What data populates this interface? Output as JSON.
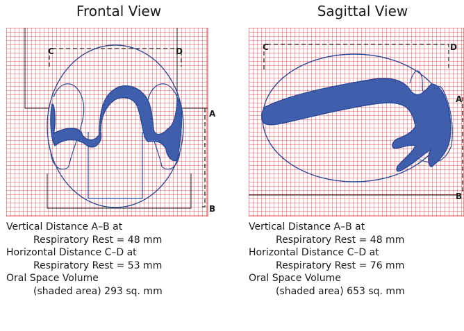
{
  "panels": [
    {
      "title": "Frontal View",
      "point_labels": {
        "a": "A",
        "b": "B",
        "c": "C",
        "d": "D"
      },
      "captions": {
        "vertical_title": "Vertical Distance A–B at",
        "vertical_value": "Respiratory Rest = 48 mm",
        "horizontal_title": "Horizontal Distance C–D at",
        "horizontal_value": "Respiratory Rest = 53 mm",
        "volume_title": "Oral Space Volume",
        "volume_value": "(shaded area) 293 sq. mm"
      }
    },
    {
      "title": "Sagittal View",
      "point_labels": {
        "a": "A",
        "b": "B",
        "c": "C",
        "d": "D"
      },
      "captions": {
        "vertical_title": "Vertical Distance A–B at",
        "vertical_value": "Respiratory Rest = 48 mm",
        "horizontal_title": "Horizontal Distance C–D at",
        "horizontal_value": "Respiratory Rest = 76 mm",
        "volume_title": "Oral Space Volume",
        "volume_value": "(shaded area) 653 sq. mm"
      }
    }
  ],
  "colors": {
    "grid": "#e8242b",
    "outline": "#2b4a9a",
    "fill": "#3f5eab",
    "border": "#1a1a1a"
  }
}
